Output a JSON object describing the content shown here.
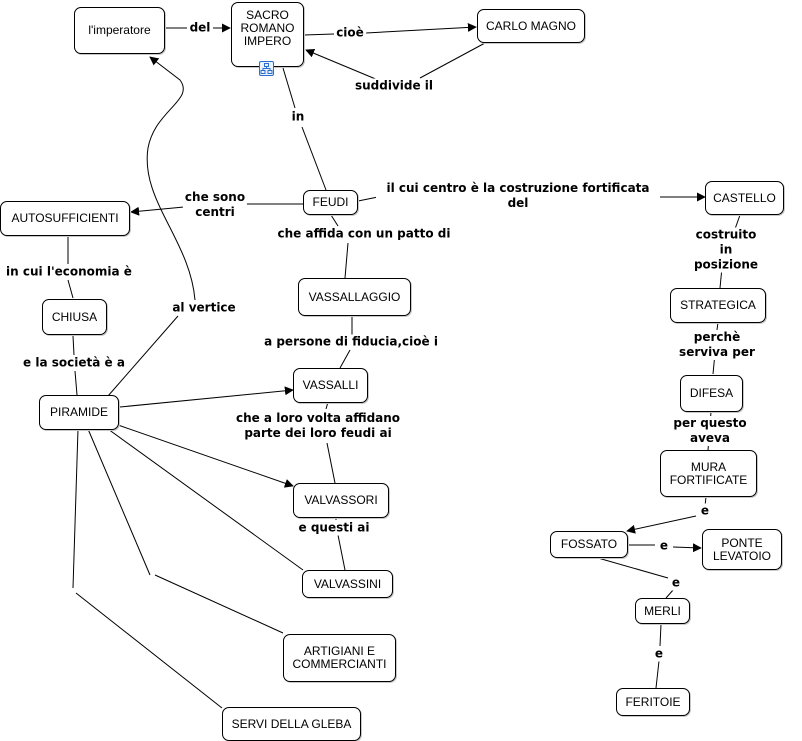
{
  "concepts": {
    "imperatore": "l'imperatore",
    "sacro_romano_impero": "SACRO\nROMANO\nIMPERO",
    "carlo_magno": "CARLO MAGNO",
    "autosufficienti": "AUTOSUFFICIENTI",
    "feudi": "FEUDI",
    "castello": "CASTELLO",
    "chiusa": "CHIUSA",
    "vassallaggio": "VASSALLAGGIO",
    "strategica": "STRATEGICA",
    "piramide": "PIRAMIDE",
    "vassalli": "VASSALLI",
    "difesa": "DIFESA",
    "mura_fortificate": "MURA\nFORTIFICATE",
    "valvassori": "VALVASSORI",
    "fossato": "FOSSATO",
    "ponte_levatoio": "PONTE\nLEVATOIO",
    "valvassini": "VALVASSINI",
    "merli": "MERLI",
    "artigiani_commercianti": "ARTIGIANI E\nCOMMERCIANTI",
    "feritoie": "FERITOIE",
    "servi_della_gleba": "SERVI DELLA GLEBA"
  },
  "linking_phrases": {
    "del": "del",
    "cioe": "cioè",
    "suddivide_il": "suddivide il",
    "in": "in",
    "che_sono_centri": "che sono\ncentri",
    "il_cui_centro": "il cui centro è la costruzione fortificata del",
    "che_affida": "che affida con un patto di",
    "costruito_in_posizione": "costruito in posizione",
    "in_cui_economia": "in cui l'economia è",
    "al_vertice": "al vertice",
    "e_la_societa": "e la società è a",
    "a_persone_di_fiducia": "a persone di fiducia,cioè i",
    "perche_serviva_per": "perchè serviva per",
    "che_a_loro_volta": "che a loro volta affidano\nparte dei loro feudi ai",
    "per_questo_aveva": "per questo aveva",
    "e_1": "e",
    "e_questi_ai": "e questi ai",
    "e_2": "e",
    "e_3": "e",
    "e_4": "e"
  },
  "icons": {
    "submap": "hierarchy-icon"
  },
  "colors": {
    "icon_accent": "#2a6fd0"
  }
}
